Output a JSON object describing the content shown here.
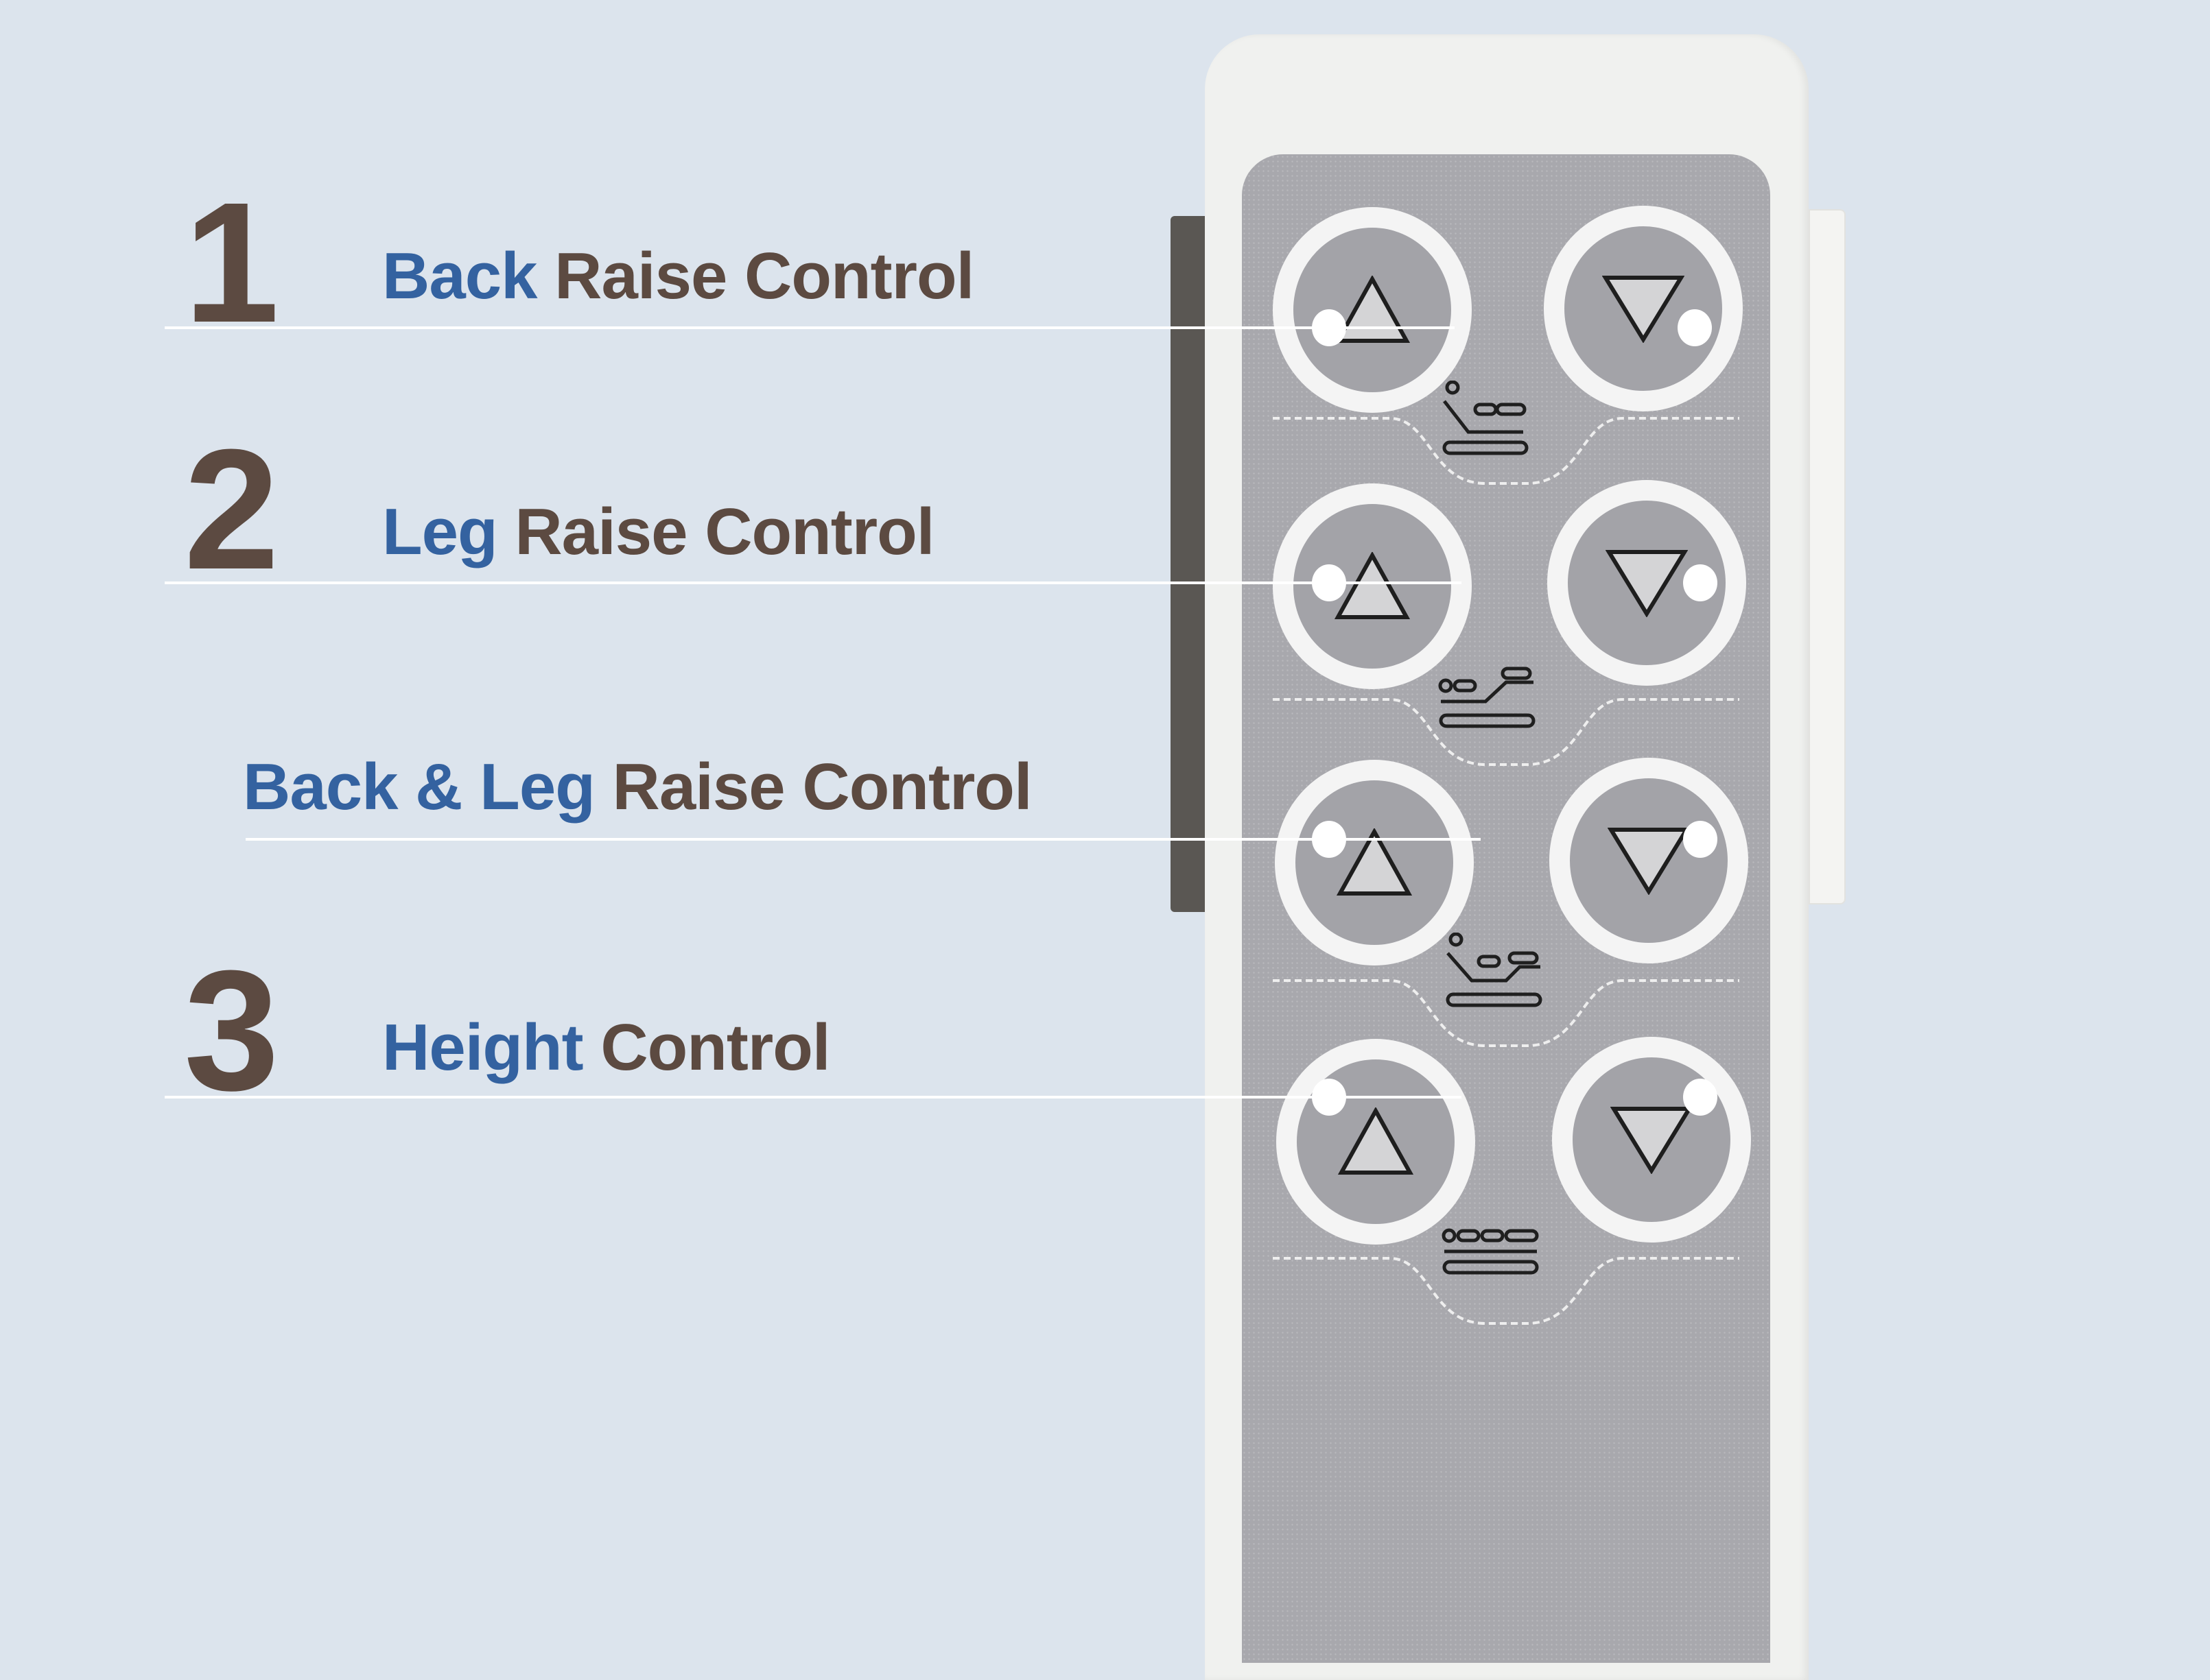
{
  "labels": [
    {
      "number": "1",
      "highlight": "Back",
      "rest": " Raise Control"
    },
    {
      "number": "2",
      "highlight": "Leg",
      "rest": " Raise Control"
    },
    {
      "number": "",
      "highlight": "Back & Leg",
      "rest": " Raise Control"
    },
    {
      "number": "3",
      "highlight": "Height",
      "rest": " Control"
    }
  ],
  "colors": {
    "background": "#dce4ed",
    "highlight": "#3462a0",
    "text": "#5c4a41",
    "panel": "#a8a8ad"
  },
  "remote": {
    "rows": [
      {
        "function": "back-raise",
        "up": "up-arrow",
        "down": "down-arrow",
        "icon": "bed-back-raise-icon"
      },
      {
        "function": "leg-raise",
        "up": "up-arrow",
        "down": "down-arrow",
        "icon": "bed-leg-raise-icon"
      },
      {
        "function": "back-and-leg-raise",
        "up": "up-arrow",
        "down": "down-arrow",
        "icon": "bed-back-leg-raise-icon"
      },
      {
        "function": "height",
        "up": "up-arrow",
        "down": "down-arrow",
        "icon": "bed-height-icon"
      }
    ]
  }
}
